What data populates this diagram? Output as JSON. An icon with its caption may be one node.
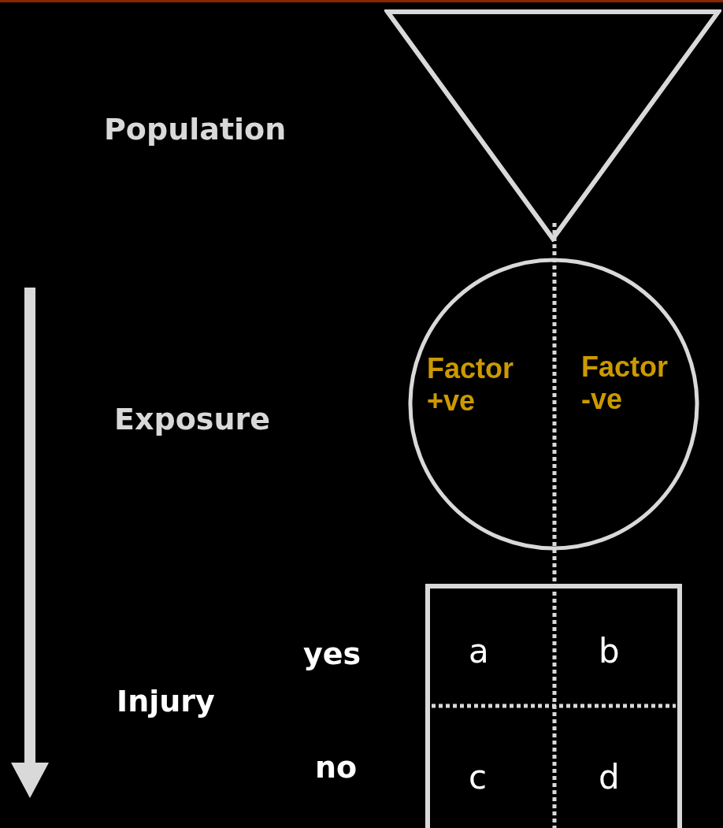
{
  "diagram": {
    "nodes": [
      {
        "text": [],
        "shape": "triangle"
      },
      {
        "text": [
          "Factor +ve",
          "Factor -ve"
        ]
      },
      {
        "text": [
          "a",
          "b",
          "c",
          "d"
        ]
      }
    ],
    "labels": [
      "Population",
      "Exposure",
      "Injury",
      "yes",
      "no"
    ]
  }
}
